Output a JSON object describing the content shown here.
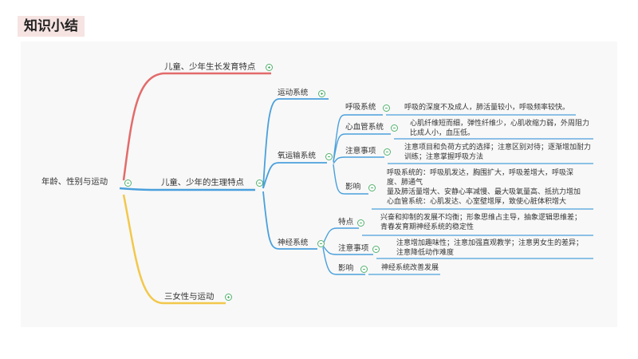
{
  "slide": {
    "title": "知识小结"
  },
  "mindmap": {
    "root": "年龄、性别与运动",
    "branches": {
      "growth": "儿童、少年生长发育特点",
      "physiology": "儿童、少年的生理特点",
      "female": "三女性与运动"
    },
    "physiology": {
      "motor": "运动系统",
      "oxygen": "氧运输系统",
      "nervous": "神经系统"
    },
    "oxygen": {
      "respiratory": {
        "label": "呼吸系统",
        "note": "呼吸的深度不及成人，肺活量较小，呼吸频率较快。"
      },
      "cardio": {
        "label": "心血管系统",
        "note1": "心肌纤维短而细，弹性纤维少，心肌收缩力弱，外周阻力",
        "note2": "比成人小，血压低。"
      },
      "attention": {
        "label": "注意事项",
        "note1": "注意项目和负荷方式的选择；注意区别对待；逐渐增加耐力",
        "note2": "训练；注意掌握呼吸方法"
      },
      "effect": {
        "label": "影响",
        "note1": "呼吸系统的：呼吸肌发达，胸围扩大，呼吸差增大，呼吸深",
        "note2": "度、肺通气",
        "note3": "量及肺活量增大、安静心率减慢、最大吸氧量高、抵抗力增加",
        "note4": "心血管系统：心肌发达、心室壁增厚，致使心脏体积增大"
      }
    },
    "nervous": {
      "features": {
        "label": "特点",
        "note1": "兴奋和抑制的发展不均衡；形象思维占主导，抽象逻辑思维差；",
        "note2": "青春发育期神经系统的稳定性"
      },
      "attention": {
        "label": "注意事项",
        "note1": "注意增加趣味性；注意加强直观教学；注意男女生的差异；",
        "note2": "注意降低动作难度"
      },
      "effect": {
        "label": "影响",
        "note": "神经系统改善发展"
      }
    },
    "colors": {
      "red_branch": "#e36b6b",
      "blue_branch": "#4aa0dc",
      "yellow_branch": "#f2c84b",
      "toggle": "#52b26d"
    }
  }
}
